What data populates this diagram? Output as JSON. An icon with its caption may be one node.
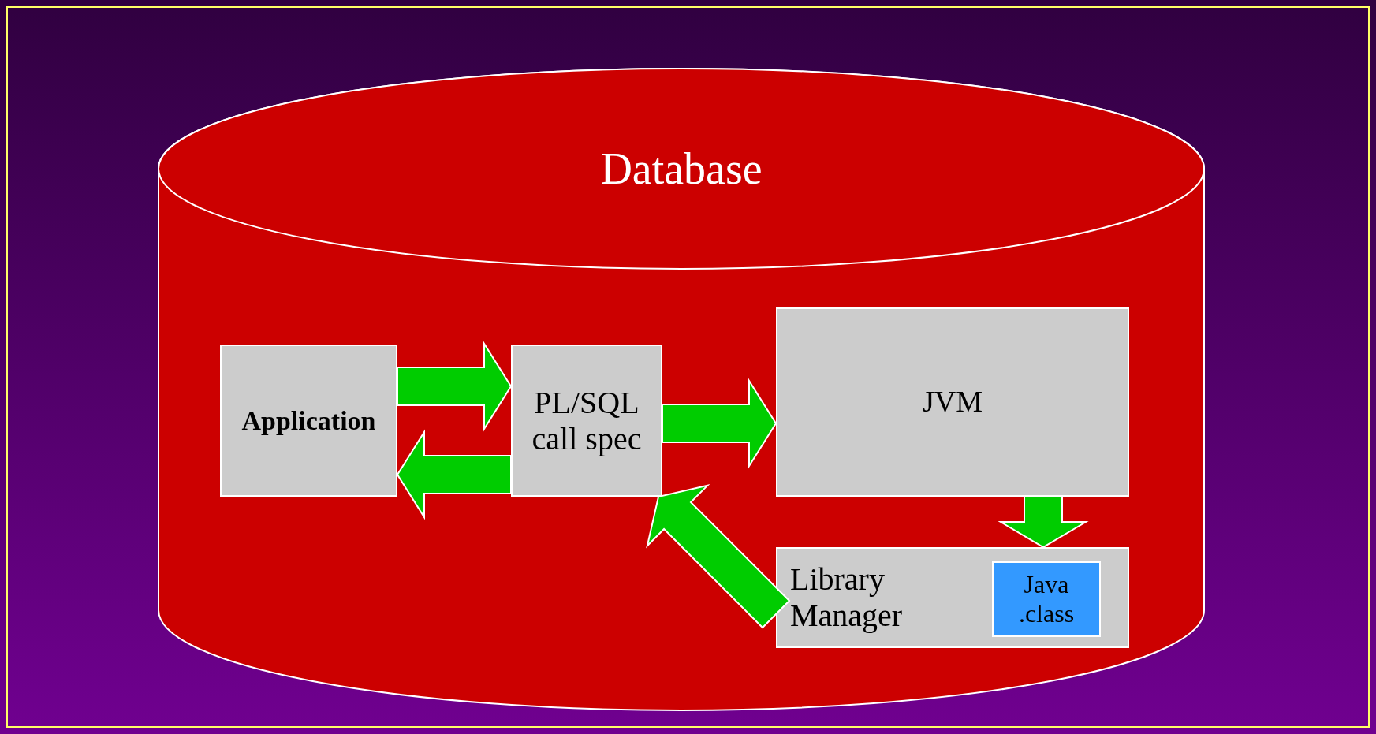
{
  "diagram": {
    "nodes": [
      {
        "text": [
          "Database"
        ]
      },
      {
        "text": [
          "Application"
        ],
        "in": 0
      },
      {
        "text": [
          "PL/SQL call spec"
        ],
        "in": 0
      },
      {
        "text": [
          "JVM"
        ],
        "in": 0
      },
      {
        "text": [
          "Library Manager"
        ],
        "in": 0
      },
      {
        "text": [
          "Java .class"
        ],
        "in": 4
      }
    ],
    "edges": [
      {
        "from": 1,
        "to": 2,
        "arrow": "to"
      },
      {
        "from": 2,
        "to": 1,
        "arrow": "to"
      },
      {
        "from": 2,
        "to": 3,
        "arrow": "to"
      },
      {
        "from": 3,
        "to": 4,
        "arrow": "to"
      },
      {
        "from": 4,
        "to": 2,
        "arrow": "to"
      }
    ]
  }
}
